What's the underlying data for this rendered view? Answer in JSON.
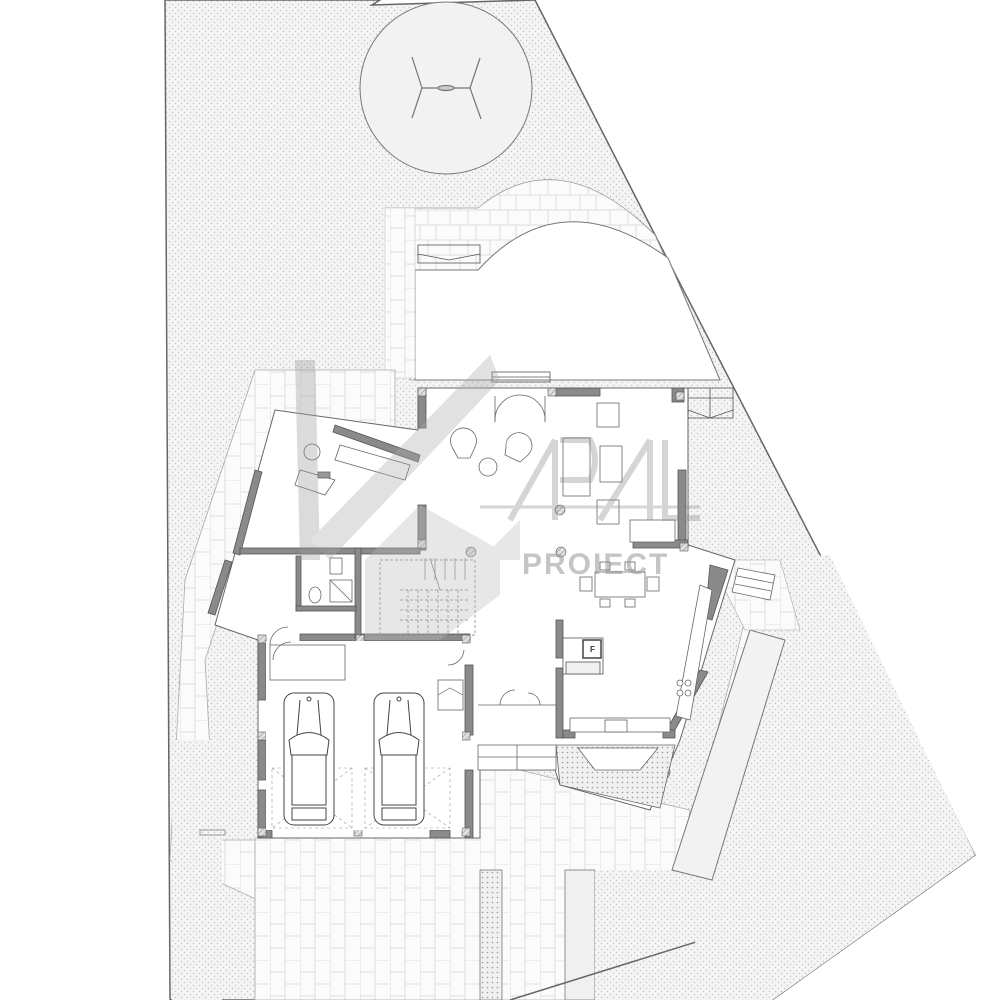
{
  "drawing": {
    "type": "architectural-site-floor-plan",
    "view": "ground floor with site",
    "colors": {
      "background": "#ffffff",
      "lawn_dots": "#c8c8c8",
      "paving_lines": "#d4d4d4",
      "wall_fill": "#8a8a8a",
      "wall_stroke": "#555555",
      "line": "#666666",
      "column_hatch": "#999999",
      "watermark": "#9a9a9a"
    }
  },
  "watermark": {
    "logo": "APAL",
    "text": "PROIECT"
  },
  "rooms": [
    {
      "id": "living-room",
      "contents": [
        "sofa",
        "armchairs",
        "coffee-table",
        "round-table"
      ]
    },
    {
      "id": "office",
      "contents": [
        "desk",
        "office-chair"
      ]
    },
    {
      "id": "dining-area",
      "contents": [
        "dining-table",
        "chairs"
      ]
    },
    {
      "id": "kitchen",
      "contents": [
        "cooktop",
        "sink",
        "counter"
      ]
    },
    {
      "id": "boiler-room",
      "label": "F"
    },
    {
      "id": "bathroom",
      "contents": [
        "toilet",
        "shower",
        "sink"
      ]
    },
    {
      "id": "staircase"
    },
    {
      "id": "entrance-hall"
    },
    {
      "id": "garage",
      "contents": [
        "car-1",
        "car-2"
      ]
    },
    {
      "id": "bedroom"
    }
  ],
  "site": {
    "features": [
      "playground-circle",
      "swing-set",
      "paved-terrace",
      "arched-paving",
      "driveway",
      "lawn",
      "planter-strip"
    ]
  }
}
